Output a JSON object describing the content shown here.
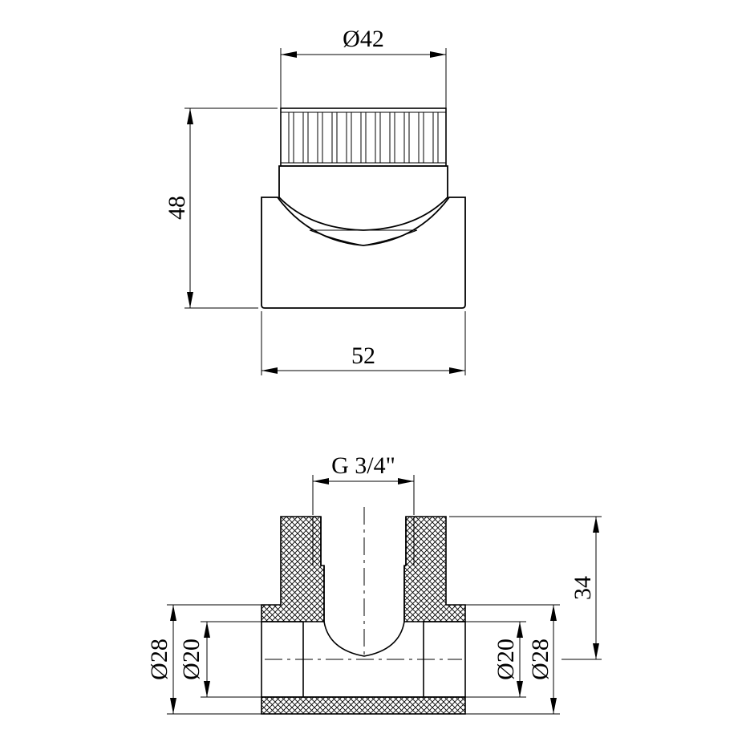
{
  "top_view": {
    "diameter_label": "Ø42",
    "height_label": "48",
    "width_label": "52"
  },
  "bottom_view": {
    "thread_label": "G 3/4\"",
    "height_label": "34",
    "left_outer_label": "Ø28",
    "left_inner_label": "Ø20",
    "right_inner_label": "Ø20",
    "right_outer_label": "Ø28"
  },
  "colors": {
    "line": "#000000",
    "background": "#ffffff"
  }
}
